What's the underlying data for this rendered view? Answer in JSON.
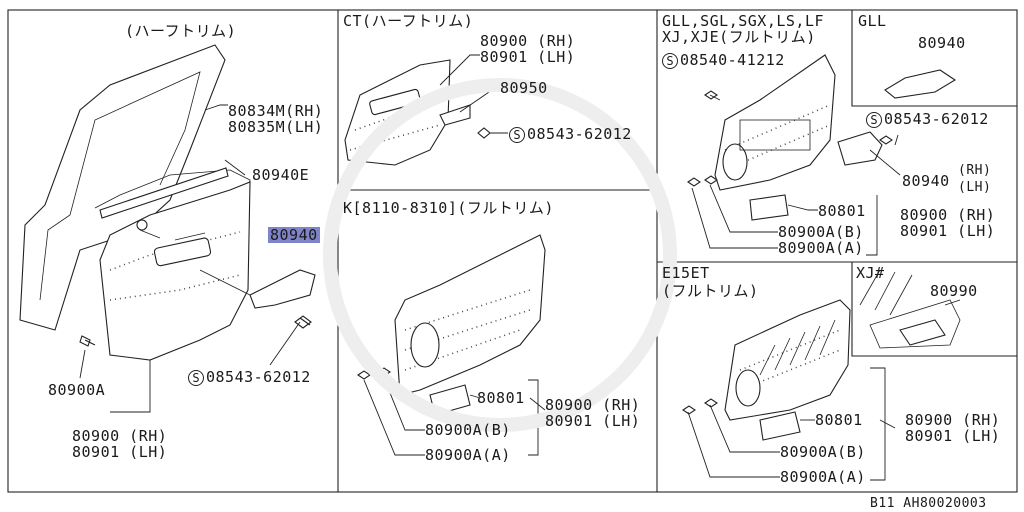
{
  "labels": {
    "main_header": "(ハーフトリム)",
    "p80834m": "80834M(RH)",
    "p80835m": "80835M(LH)",
    "p80940e": "80940E",
    "p80940": "80940",
    "p08543_main": "08543-62012",
    "p80900a": "80900A",
    "p80900_rh": "80900 (RH)",
    "p80901_lh": "80901 (LH)",
    "ct_header": "CT(ハーフトリム)",
    "p80950": "80950",
    "k_header": "K[8110-8310](フルトリム)",
    "p80801": "80801",
    "p80900ab": "80900A(B)",
    "p80900aa": "80900A(A)",
    "gll_header_1": "GLL,SGL,SGX,LS,LF",
    "gll_header_2": "XJ,XJE(フルトリム)",
    "p08540": "08540-41212",
    "gll_inset": "GLL",
    "rh": "(RH)",
    "lh": "(LH)",
    "e15et_header": "E15ET",
    "e15et_sub": "(フルトリム)",
    "xj_header": "XJ#",
    "p80990": "80990"
  },
  "footer": {
    "code": "B11  AH80020003"
  },
  "colors": {
    "highlight": "#7f84c9",
    "line": "#222222"
  }
}
